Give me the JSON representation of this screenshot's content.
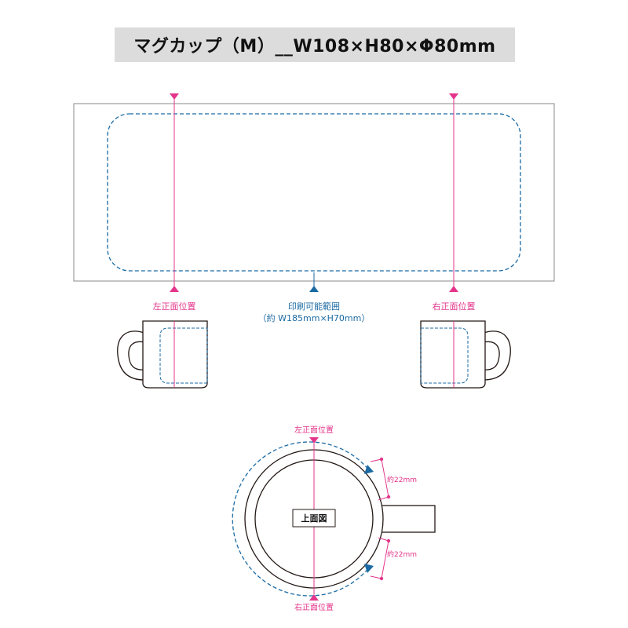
{
  "title": "マグカップ（M）__W108×H80×Φ80mm",
  "labels": {
    "left_front": "左正面位置",
    "right_front": "右正面位置",
    "print_area_title": "印刷可能範囲",
    "print_area_size": "（約 W185mm×H70mm）",
    "top_view": "上面図",
    "handle_gap_upper": "約22mm",
    "handle_gap_lower": "約22mm"
  },
  "colors": {
    "outline": "#231815",
    "marker": "#e4358b",
    "print_area": "#1a6aa3",
    "title_bg": "#dcdcdc"
  }
}
